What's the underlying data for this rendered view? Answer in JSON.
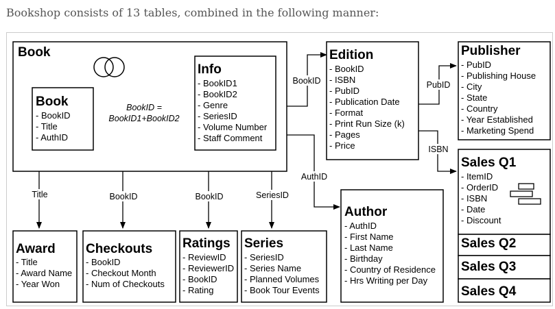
{
  "caption": "Bookshop consists of 13 tables, combined in the following manner:",
  "tables": {
    "book_outer": {
      "title": "Book"
    },
    "book": {
      "title": "Book",
      "fields": [
        "- BookID",
        "- Title",
        "- AuthID"
      ]
    },
    "info": {
      "title": "Info",
      "fields": [
        "- BookID1",
        "- BookID2",
        "- Genre",
        "- SeriesID",
        "- Volume Number",
        "- Staff Comment"
      ]
    },
    "edition": {
      "title": "Edition",
      "fields": [
        "- BookID",
        "- ISBN",
        "- PubID",
        "- Publication Date",
        "- Format",
        "- Print Run Size (k)",
        "- Pages",
        "- Price"
      ]
    },
    "publisher": {
      "title": "Publisher",
      "fields": [
        "- PubID",
        "- Publishing House",
        "- City",
        "- State",
        "- Country",
        "- Year Established",
        "- Marketing Spend"
      ]
    },
    "sales_q1": {
      "title": "Sales Q1",
      "fields": [
        "- ItemID",
        "- OrderID",
        "- ISBN",
        "- Date",
        "- Discount"
      ]
    },
    "sales_q2": {
      "title": "Sales Q2"
    },
    "sales_q3": {
      "title": "Sales Q3"
    },
    "sales_q4": {
      "title": "Sales Q4"
    },
    "award": {
      "title": "Award",
      "fields": [
        "- Title",
        "- Award Name",
        "- Year Won"
      ]
    },
    "checkouts": {
      "title": "Checkouts",
      "fields": [
        "- BookID",
        "- Checkout Month",
        "- Num of Checkouts"
      ]
    },
    "ratings": {
      "title": "Ratings",
      "fields": [
        "- ReviewID",
        "- ReviewerID",
        "- BookID",
        "- Rating"
      ]
    },
    "series": {
      "title": "Series",
      "fields": [
        "- SeriesID",
        "- Series Name",
        "- Planned Volumes",
        "- Book Tour Events"
      ]
    },
    "author": {
      "title": "Author",
      "fields": [
        "- AuthID",
        "- First Name",
        "- Last Name",
        "- Birthday",
        "- Country of Residence",
        "- Hrs Writing per Day"
      ]
    }
  },
  "join_note": {
    "line1": "BookID =",
    "line2": "BookID1+BookID2"
  },
  "links": {
    "book_edition": "BookID",
    "edition_publisher": "PubID",
    "edition_sales": "ISBN",
    "book_author": "AuthID",
    "book_award": "Title",
    "book_checkouts": "BookID",
    "book_ratings": "BookID",
    "book_series": "SeriesID"
  },
  "icons": [
    "venn-circles-icon",
    "stacked-rectangles-icon"
  ]
}
